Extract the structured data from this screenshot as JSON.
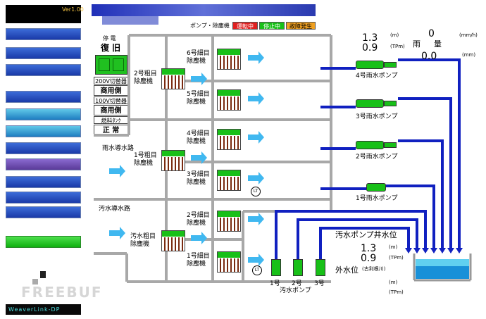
{
  "app": {
    "version": "Ver1.00",
    "brand": "WeaverLink-DP",
    "watermark": "FREEBUF"
  },
  "header": {
    "title": "",
    "subtitle": ""
  },
  "legend": {
    "title": "ポンプ・除塵機",
    "items": [
      {
        "label": "運転中",
        "color": "#e02020"
      },
      {
        "label": "停止中",
        "color": "#18c018"
      },
      {
        "label": "故障発生",
        "color": "#f0a020"
      }
    ]
  },
  "nav": {
    "items": [
      {
        "label": "",
        "style": "blue"
      },
      {
        "label": "",
        "style": "blue"
      },
      {
        "label": "",
        "style": "blue"
      },
      {
        "label": "",
        "style": "blue"
      },
      {
        "label": "",
        "style": "cyan"
      },
      {
        "label": "",
        "style": "cyan"
      },
      {
        "label": "",
        "style": "blue"
      },
      {
        "label": "",
        "style": "purple"
      },
      {
        "label": "",
        "style": "blue"
      },
      {
        "label": "",
        "style": "blue"
      },
      {
        "label": "",
        "style": "blue"
      },
      {
        "label": "",
        "style": "green"
      }
    ]
  },
  "power": {
    "outage_label": "停 電",
    "restore_label": "復 旧",
    "rows": [
      {
        "label": "200V切替器",
        "bold": false
      },
      {
        "label": "商用側",
        "bold": true
      },
      {
        "label": "100V切替器",
        "bold": false
      },
      {
        "label": "商用側",
        "bold": true
      },
      {
        "label": "燃料ﾀﾝｸ",
        "bold": false
      },
      {
        "label": "正 常",
        "bold": true
      }
    ]
  },
  "channels": {
    "rain_inlet": "雨水導水路",
    "sewage_inlet": "汚水導水路"
  },
  "coarse_screens": [
    {
      "name": "2号粗目\n除塵機"
    },
    {
      "name": "1号粗目\n除塵機"
    },
    {
      "name": "汚水粗目\n除塵機"
    }
  ],
  "fine_screens": [
    {
      "name": "6号細目\n除塵機"
    },
    {
      "name": "5号細目\n除塵機"
    },
    {
      "name": "4号細目\n除塵機"
    },
    {
      "name": "3号細目\n除塵機"
    },
    {
      "name": "2号細目\n除塵機"
    },
    {
      "name": "1号細目\n除塵機"
    }
  ],
  "level_sensors": [
    "LT",
    "LT"
  ],
  "rain_pumps": [
    "4号雨水ポンプ",
    "3号雨水ポンプ",
    "2号雨水ポンプ",
    "1号雨水ポンプ"
  ],
  "sewage_pumps": {
    "title": "汚水ポンプ",
    "labels": [
      "1号",
      "2号",
      "3号"
    ]
  },
  "rain_gauge": {
    "title_a": "雨",
    "title_b": "量",
    "value1": "1.3",
    "unit1": "(m)",
    "value2": "0.9",
    "unit2": "(TPm)",
    "value3": "0",
    "unit3": "(mm/h)",
    "value4": "0.0",
    "unit4": "(mm)"
  },
  "sewage_well": {
    "title": "汚水ポンプ井水位",
    "value1": "1.3",
    "unit1": "(m)",
    "value2": "0.9",
    "unit2": "(TPm)"
  },
  "outside_level": {
    "title": "外水位",
    "river": "(古利根川)",
    "unit1": "(m)",
    "unit2": "(TPm)"
  }
}
